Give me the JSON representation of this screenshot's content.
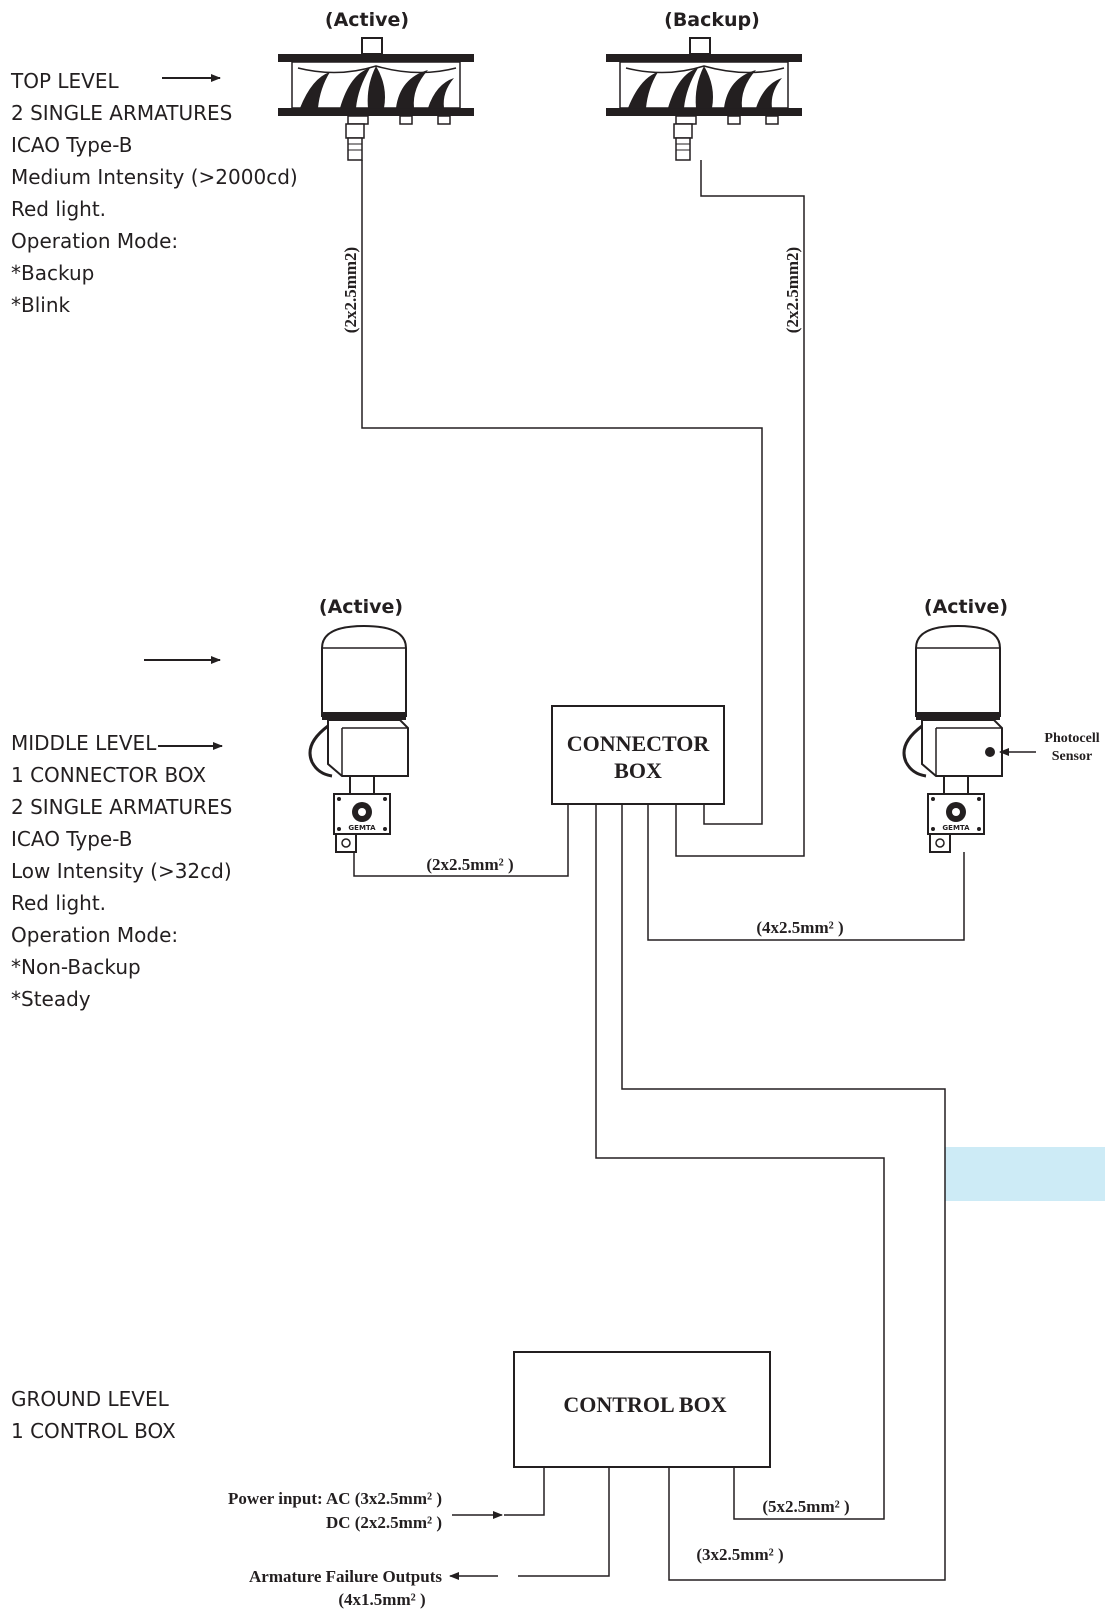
{
  "top_level": {
    "lines": [
      "TOP LEVEL",
      "2 SINGLE ARMATURES",
      "ICAO Type-B",
      "Medium Intensity (>2000cd)",
      "Red light.",
      "Operation Mode:",
      "*Backup",
      "*Blink"
    ],
    "active_label": "(Active)",
    "backup_label": "(Backup)",
    "cable_active": "(2x2.5mm2)",
    "cable_backup": "(2x2.5mm2)"
  },
  "middle_level": {
    "lines": [
      "MIDDLE LEVEL",
      "1 CONNECTOR BOX",
      "2 SINGLE ARMATURES",
      "ICAO Type-B",
      "Low Intensity (>32cd)",
      "Red light.",
      "Operation Mode:",
      "*Non-Backup",
      "*Steady"
    ],
    "left_lamp_label": "(Active)",
    "right_lamp_label": "(Active)",
    "lamp_brand": "GEMTA",
    "photocell_line1": "Photocell",
    "photocell_line2": "Sensor",
    "connector_line1": "CONNECTOR",
    "connector_line2": "BOX",
    "cable_left_lamp": "(2x2.5mm² )",
    "cable_right_lamp": "(4x2.5mm² )"
  },
  "ground_level": {
    "lines": [
      "GROUND LEVEL",
      "1 CONTROL BOX"
    ],
    "control_box": "CONTROL BOX",
    "power_input_ac": "Power input: AC (3x2.5mm² )",
    "power_input_dc": "DC (2x2.5mm² )",
    "failure_outputs": "Armature Failure Outputs",
    "failure_outputs_spec": "(4x1.5mm² )",
    "cable_5": "(5x2.5mm² )",
    "cable_3": "(3x2.5mm² )"
  },
  "colors": {
    "line": "#231f20",
    "highlight": "#cdebf6"
  }
}
